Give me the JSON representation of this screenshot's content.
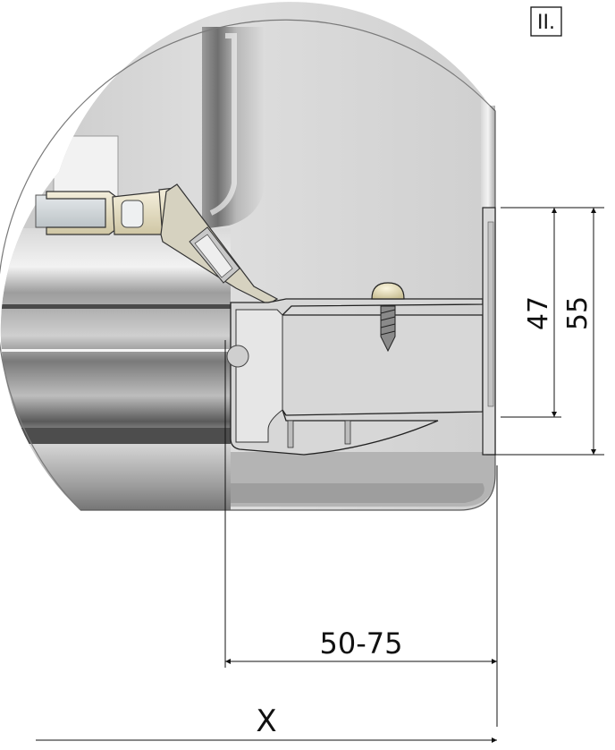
{
  "view_label": "II.",
  "dimensions": {
    "inner_height": "47",
    "outer_height": "55",
    "offset_range": "50-75",
    "total_width": "X"
  },
  "colors": {
    "metal_light": "#e2e2e2",
    "metal_mid": "#bdbdbd",
    "metal_dark": "#6e6e6e",
    "profile_face": "#d6d6d6",
    "seal_beige": "#e9e2c8",
    "glass": "#cfd4d8",
    "line": "#111111"
  }
}
